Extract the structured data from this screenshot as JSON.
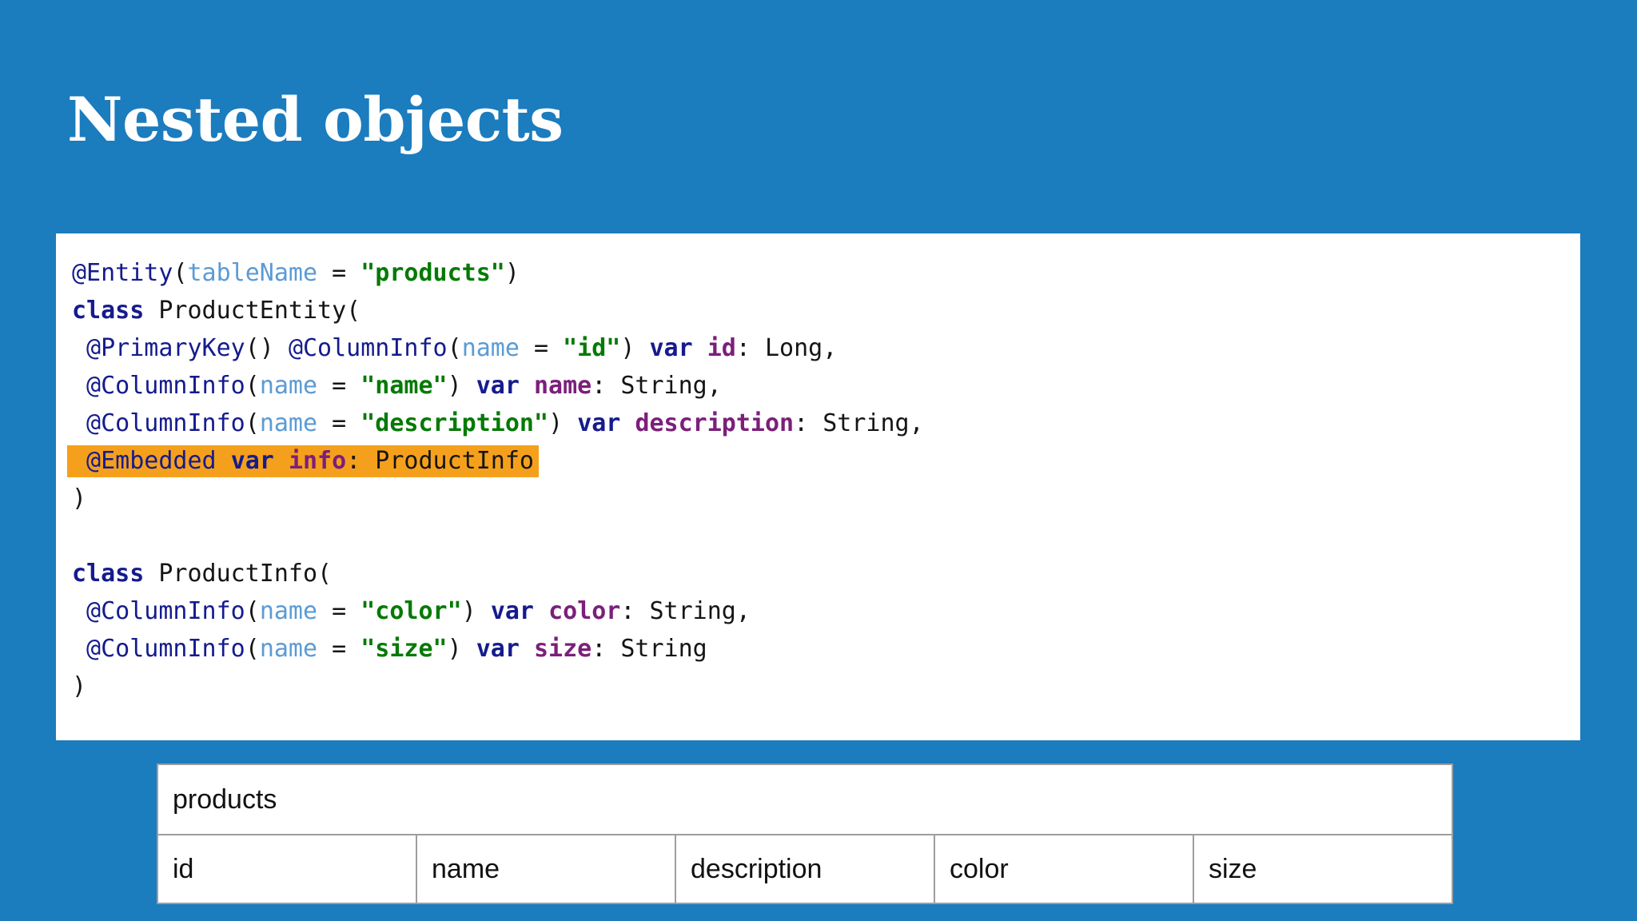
{
  "theme": {
    "background": "#1b7cbe",
    "card_background": "#ffffff",
    "highlight": "#f5a01c",
    "annotation_color": "#151b8d",
    "param_color": "#5b9bd5",
    "string_color": "#047a04",
    "identifier_color": "#7b1f7b",
    "table_border": "#9e9e9e"
  },
  "slide": {
    "title": "Nested objects"
  },
  "code": {
    "language": "kotlin",
    "lines": [
      {
        "id": "line-entity-annotation",
        "highlighted": false,
        "tokens": [
          {
            "text": "@Entity",
            "kind": "annot"
          },
          {
            "text": "(",
            "kind": "punc"
          },
          {
            "text": "tableName",
            "kind": "param"
          },
          {
            "text": " = ",
            "kind": "punc"
          },
          {
            "text": "\"products\"",
            "kind": "str"
          },
          {
            "text": ")",
            "kind": "punc"
          }
        ]
      },
      {
        "id": "line-class-productentity",
        "highlighted": false,
        "tokens": [
          {
            "text": "class",
            "kind": "kw"
          },
          {
            "text": " ProductEntity(",
            "kind": "type"
          }
        ]
      },
      {
        "id": "line-primarykey-id",
        "highlighted": false,
        "tokens": [
          {
            "text": " @PrimaryKey",
            "kind": "annot"
          },
          {
            "text": "() ",
            "kind": "punc"
          },
          {
            "text": "@ColumnInfo",
            "kind": "annot"
          },
          {
            "text": "(",
            "kind": "punc"
          },
          {
            "text": "name",
            "kind": "param"
          },
          {
            "text": " = ",
            "kind": "punc"
          },
          {
            "text": "\"id\"",
            "kind": "str"
          },
          {
            "text": ") ",
            "kind": "punc"
          },
          {
            "text": "var",
            "kind": "kw"
          },
          {
            "text": " ",
            "kind": "punc"
          },
          {
            "text": "id",
            "kind": "ident"
          },
          {
            "text": ": Long,",
            "kind": "type"
          }
        ]
      },
      {
        "id": "line-columninfo-name",
        "highlighted": false,
        "tokens": [
          {
            "text": " @ColumnInfo",
            "kind": "annot"
          },
          {
            "text": "(",
            "kind": "punc"
          },
          {
            "text": "name",
            "kind": "param"
          },
          {
            "text": " = ",
            "kind": "punc"
          },
          {
            "text": "\"name\"",
            "kind": "str"
          },
          {
            "text": ") ",
            "kind": "punc"
          },
          {
            "text": "var",
            "kind": "kw"
          },
          {
            "text": " ",
            "kind": "punc"
          },
          {
            "text": "name",
            "kind": "ident"
          },
          {
            "text": ": String,",
            "kind": "type"
          }
        ]
      },
      {
        "id": "line-columninfo-description",
        "highlighted": false,
        "tokens": [
          {
            "text": " @ColumnInfo",
            "kind": "annot"
          },
          {
            "text": "(",
            "kind": "punc"
          },
          {
            "text": "name",
            "kind": "param"
          },
          {
            "text": " = ",
            "kind": "punc"
          },
          {
            "text": "\"description\"",
            "kind": "str"
          },
          {
            "text": ") ",
            "kind": "punc"
          },
          {
            "text": "var",
            "kind": "kw"
          },
          {
            "text": " ",
            "kind": "punc"
          },
          {
            "text": "description",
            "kind": "ident"
          },
          {
            "text": ": String,",
            "kind": "type"
          }
        ]
      },
      {
        "id": "line-embedded-info",
        "highlighted": true,
        "tokens": [
          {
            "text": " @Embedded",
            "kind": "annot"
          },
          {
            "text": " ",
            "kind": "punc"
          },
          {
            "text": "var",
            "kind": "kw"
          },
          {
            "text": " ",
            "kind": "punc"
          },
          {
            "text": "info",
            "kind": "ident"
          },
          {
            "text": ": ProductInfo",
            "kind": "type"
          }
        ]
      },
      {
        "id": "line-close-productentity",
        "highlighted": false,
        "tokens": [
          {
            "text": ")",
            "kind": "punc"
          }
        ]
      },
      {
        "id": "line-blank-1",
        "highlighted": false,
        "tokens": [
          {
            "text": " ",
            "kind": "punc"
          }
        ]
      },
      {
        "id": "line-class-productinfo",
        "highlighted": false,
        "tokens": [
          {
            "text": "class",
            "kind": "kw"
          },
          {
            "text": " ProductInfo(",
            "kind": "type"
          }
        ]
      },
      {
        "id": "line-columninfo-color",
        "highlighted": false,
        "tokens": [
          {
            "text": " @ColumnInfo",
            "kind": "annot"
          },
          {
            "text": "(",
            "kind": "punc"
          },
          {
            "text": "name",
            "kind": "param"
          },
          {
            "text": " = ",
            "kind": "punc"
          },
          {
            "text": "\"color\"",
            "kind": "str"
          },
          {
            "text": ") ",
            "kind": "punc"
          },
          {
            "text": "var",
            "kind": "kw"
          },
          {
            "text": " ",
            "kind": "punc"
          },
          {
            "text": "color",
            "kind": "ident"
          },
          {
            "text": ": String,",
            "kind": "type"
          }
        ]
      },
      {
        "id": "line-columninfo-size",
        "highlighted": false,
        "tokens": [
          {
            "text": " @ColumnInfo",
            "kind": "annot"
          },
          {
            "text": "(",
            "kind": "punc"
          },
          {
            "text": "name",
            "kind": "param"
          },
          {
            "text": " = ",
            "kind": "punc"
          },
          {
            "text": "\"size\"",
            "kind": "str"
          },
          {
            "text": ") ",
            "kind": "punc"
          },
          {
            "text": "var",
            "kind": "kw"
          },
          {
            "text": " ",
            "kind": "punc"
          },
          {
            "text": "size",
            "kind": "ident"
          },
          {
            "text": ": String",
            "kind": "type"
          }
        ]
      },
      {
        "id": "line-close-productinfo",
        "highlighted": false,
        "tokens": [
          {
            "text": ")",
            "kind": "punc"
          }
        ]
      }
    ]
  },
  "schema": {
    "table_name": "products",
    "columns": [
      "id",
      "name",
      "description",
      "color",
      "size"
    ]
  }
}
